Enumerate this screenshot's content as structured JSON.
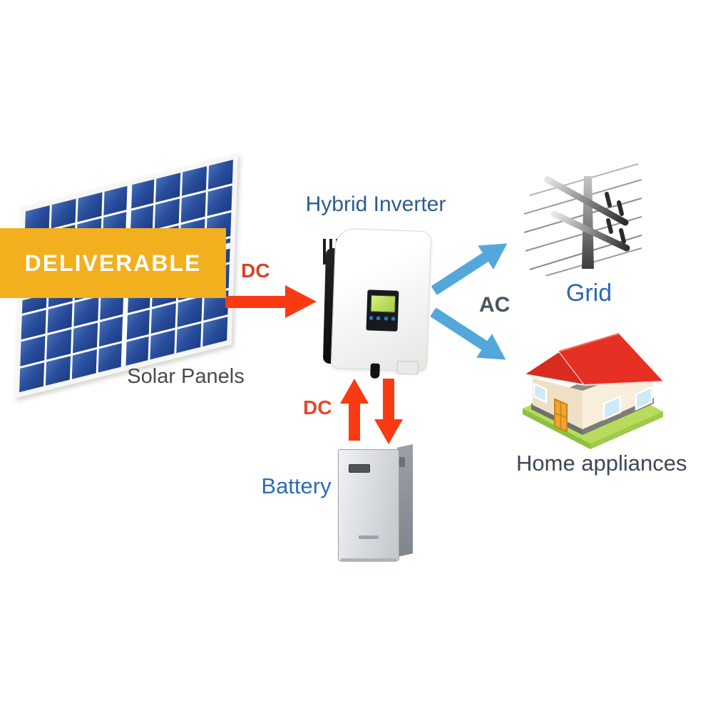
{
  "diagram": {
    "banner": {
      "label": "DELIVERABLE",
      "background": "#F2AF1E",
      "text_color": "#FFFFFF"
    },
    "nodes": {
      "solar_panels": {
        "label": "Solar Panels",
        "label_color": "#4A4A4A",
        "panel_cell_color": "#2A4F9E"
      },
      "hybrid_inverter": {
        "label": "Hybrid Inverter",
        "label_color": "#2A5D92"
      },
      "grid": {
        "label": "Grid",
        "label_color": "#2E67B1"
      },
      "home_appliances": {
        "label": "Home appliances",
        "label_color": "#3D4854",
        "roof_color": "#E63024"
      },
      "battery": {
        "label": "Battery",
        "label_color": "#2E6CB4"
      }
    },
    "flows": {
      "solar_to_inverter": {
        "label": "DC",
        "label_color": "#D84226",
        "arrow_color": "#FA3A12",
        "direction": "right"
      },
      "inverter_to_loads": {
        "label": "AC",
        "label_color": "#49545F",
        "arrow_color": "#54A7DB",
        "direction": "to grid and home appliances"
      },
      "inverter_to_battery": {
        "label": "DC",
        "label_color": "#E2472E",
        "arrow_color": "#FA3A12",
        "direction": "bidirectional"
      }
    }
  }
}
